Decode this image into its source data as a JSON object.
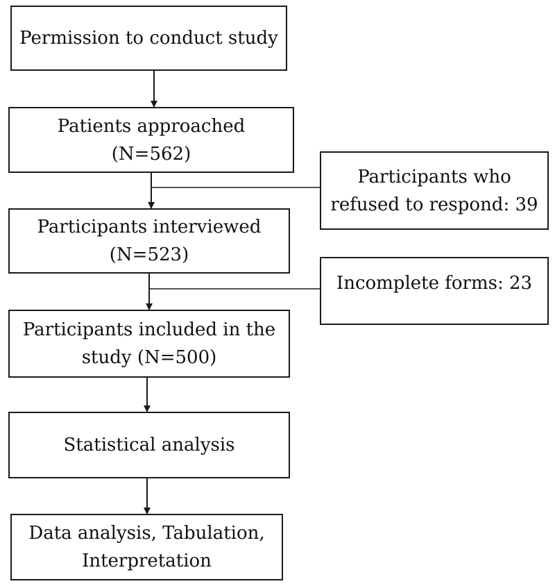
{
  "diagram": {
    "steps": [
      {
        "id": "permission",
        "lines": [
          "Permission to conduct study"
        ]
      },
      {
        "id": "approached",
        "lines": [
          "Patients approached",
          "(N=562)"
        ]
      },
      {
        "id": "interviewed",
        "lines": [
          "Participants interviewed",
          "(N=523)"
        ]
      },
      {
        "id": "included",
        "lines": [
          "Participants included in the",
          "study (N=500)"
        ]
      },
      {
        "id": "statistical",
        "lines": [
          "Statistical analysis"
        ]
      },
      {
        "id": "data-analysis",
        "lines": [
          "Data analysis, Tabulation,",
          "Interpretation"
        ]
      }
    ],
    "exclusions": [
      {
        "id": "refused",
        "lines": [
          "Participants who",
          "refused to respond: 39"
        ]
      },
      {
        "id": "incomplete",
        "lines": [
          "Incomplete forms: 23"
        ]
      }
    ],
    "colors": {
      "stroke": "#1a1a1a",
      "text": "#111111",
      "background": "#ffffff"
    }
  }
}
